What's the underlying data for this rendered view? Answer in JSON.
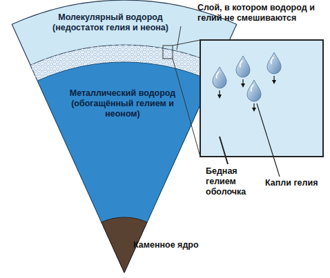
{
  "diagram": {
    "nodes": [
      {
        "text": [
          "Молекулярный водород (недостаток гелия и неона)"
        ]
      },
      {
        "text": [
          "Металлический водород (обогащённый гелием и неоном)"
        ]
      }
    ],
    "labels": [
      "Слой, в котором водород и гелий не смешиваются",
      "Бедная гелием оболочка",
      "Капли гелия",
      "Каменное ядро"
    ]
  }
}
